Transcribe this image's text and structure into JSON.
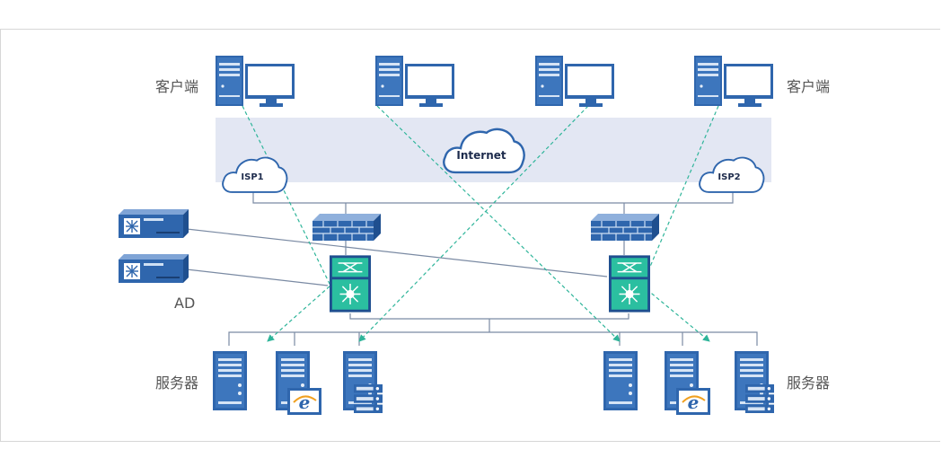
{
  "labels": {
    "client_left": "客户端",
    "client_right": "客户端",
    "server_left": "服务器",
    "server_right": "服务器",
    "ad": "AD"
  },
  "clouds": {
    "internet": "Internet",
    "isp1": "ISP1",
    "isp2": "ISP2"
  },
  "colors": {
    "device_blue": "#2f66ad",
    "device_dark": "#1f4f8f",
    "switch_teal": "#2bbfa0",
    "dashed_line": "#2fb59a",
    "band": "#e3e7f3",
    "solid_line": "#7a8aa3"
  },
  "icons": [
    "desktop-computer-icon",
    "cloud-icon",
    "firewall-icon",
    "core-switch-icon",
    "ad-appliance-icon",
    "tower-server-icon",
    "web-server-icon",
    "storage-server-icon"
  ]
}
